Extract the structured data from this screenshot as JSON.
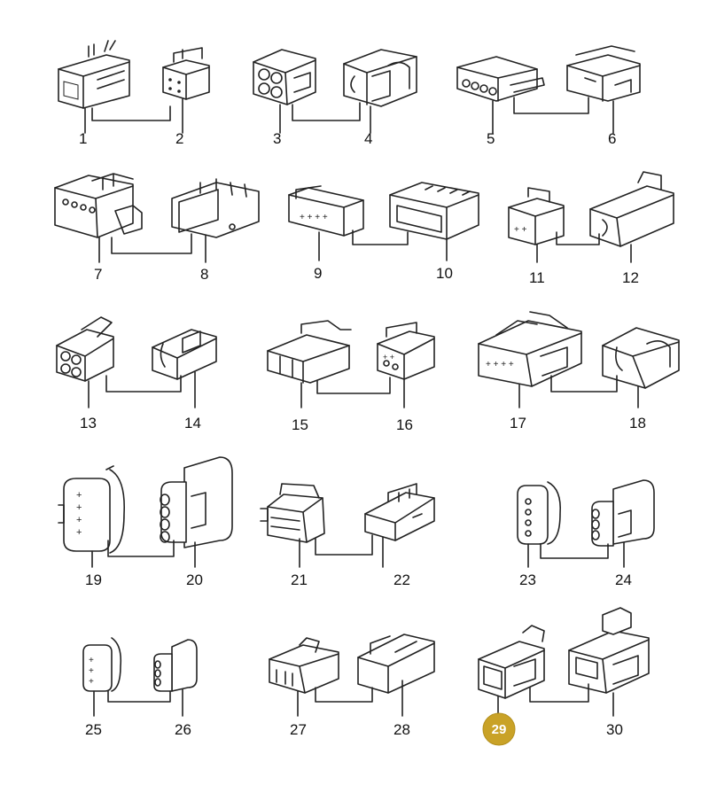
{
  "diagram": {
    "labels": [
      "1",
      "2",
      "3",
      "4",
      "5",
      "6",
      "7",
      "8",
      "9",
      "10",
      "11",
      "12",
      "13",
      "14",
      "15",
      "16",
      "17",
      "18",
      "19",
      "20",
      "21",
      "22",
      "23",
      "24",
      "25",
      "26",
      "27",
      "28",
      "29",
      "30"
    ],
    "highlighted_part": "29",
    "colors": {
      "line": "#222222",
      "highlight": "#c9a227",
      "background": "#ffffff"
    }
  }
}
